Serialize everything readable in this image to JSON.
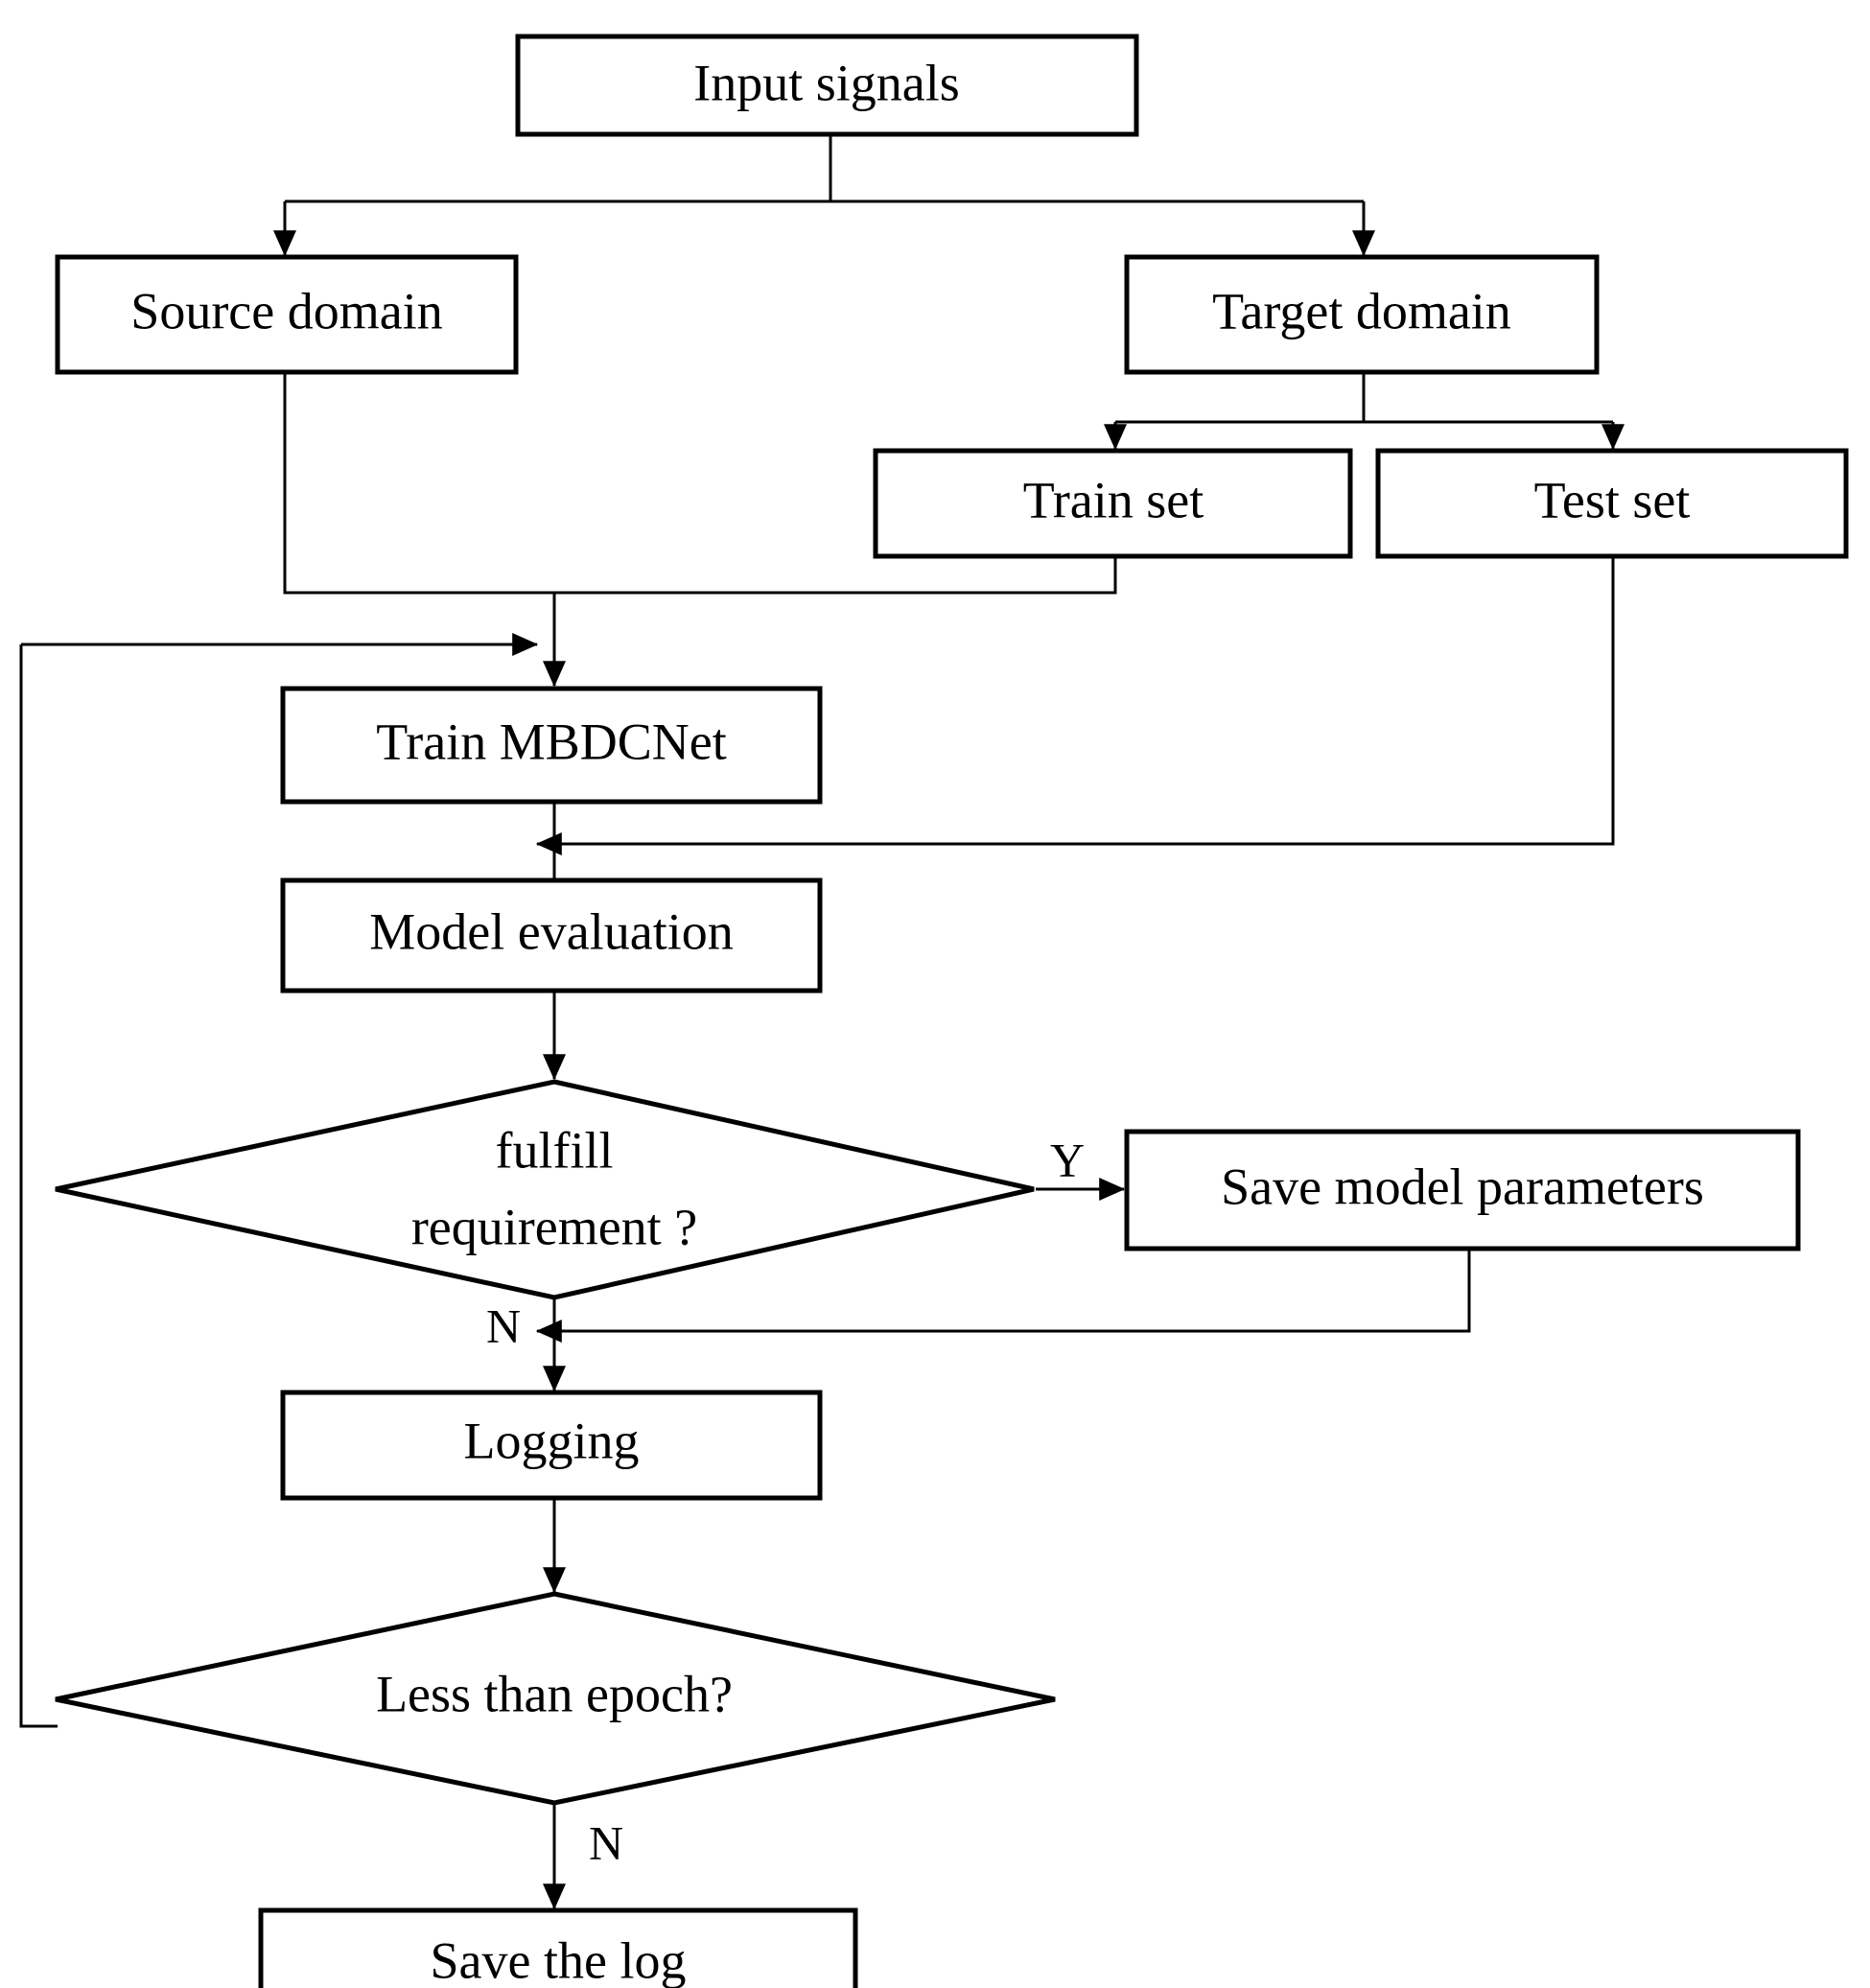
{
  "diagram": {
    "type": "flowchart",
    "title": "MBDCNet training and evaluation flowchart",
    "background_color": "#ffffff",
    "stroke_color": "#000000",
    "nodes": [
      {
        "id": "input_signals",
        "label": "Input signals",
        "shape": "rect"
      },
      {
        "id": "source_domain",
        "label": "Source domain",
        "shape": "rect"
      },
      {
        "id": "target_domain",
        "label": "Target domain",
        "shape": "rect"
      },
      {
        "id": "train_set",
        "label": "Train set",
        "shape": "rect"
      },
      {
        "id": "test_set",
        "label": "Test set",
        "shape": "rect"
      },
      {
        "id": "train_mbdcnet",
        "label": "Train MBDCNet",
        "shape": "rect"
      },
      {
        "id": "model_evaluation",
        "label": "Model evaluation",
        "shape": "rect"
      },
      {
        "id": "fulfill_requirement",
        "label": "fulfill",
        "label2": "requirement ?",
        "shape": "diamond"
      },
      {
        "id": "save_model_parameters",
        "label": "Save model parameters",
        "shape": "rect"
      },
      {
        "id": "logging",
        "label": "Logging",
        "shape": "rect"
      },
      {
        "id": "less_than_epoch",
        "label": "Less than epoch?",
        "shape": "diamond"
      },
      {
        "id": "save_the_log",
        "label": "Save the log",
        "shape": "rect"
      }
    ],
    "edge_labels": {
      "fulfill_yes": "Y",
      "fulfill_no": "N",
      "epoch_no": "N"
    }
  }
}
